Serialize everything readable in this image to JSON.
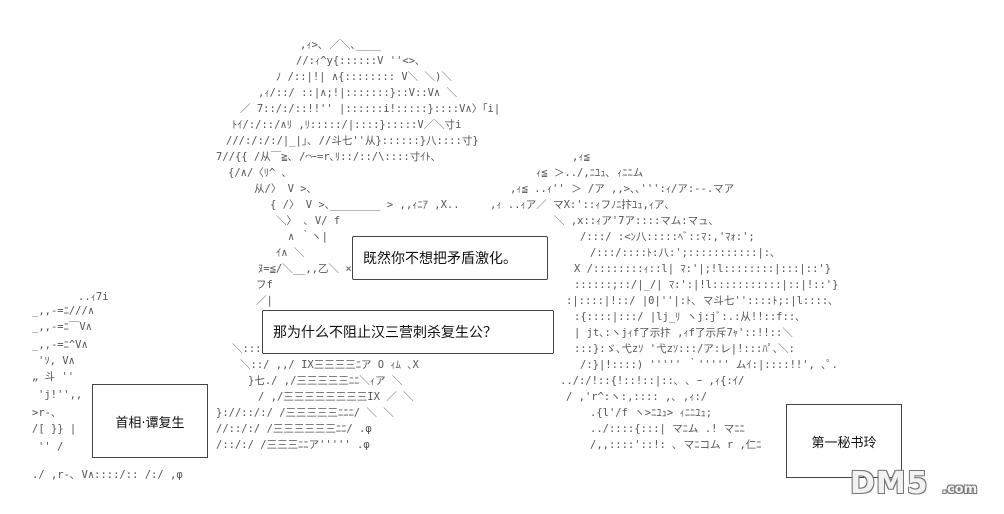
{
  "bubbles": {
    "line1": "既然你不想把矛盾激化。",
    "line2": "那为什么不阻止汉三营刺杀复生公？"
  },
  "labels": {
    "left_name": "首相·谭复生",
    "right_name": "第一秘书玲"
  },
  "watermark": {
    "logo_main": "DM5",
    "logo_suffix": ".com"
  }
}
